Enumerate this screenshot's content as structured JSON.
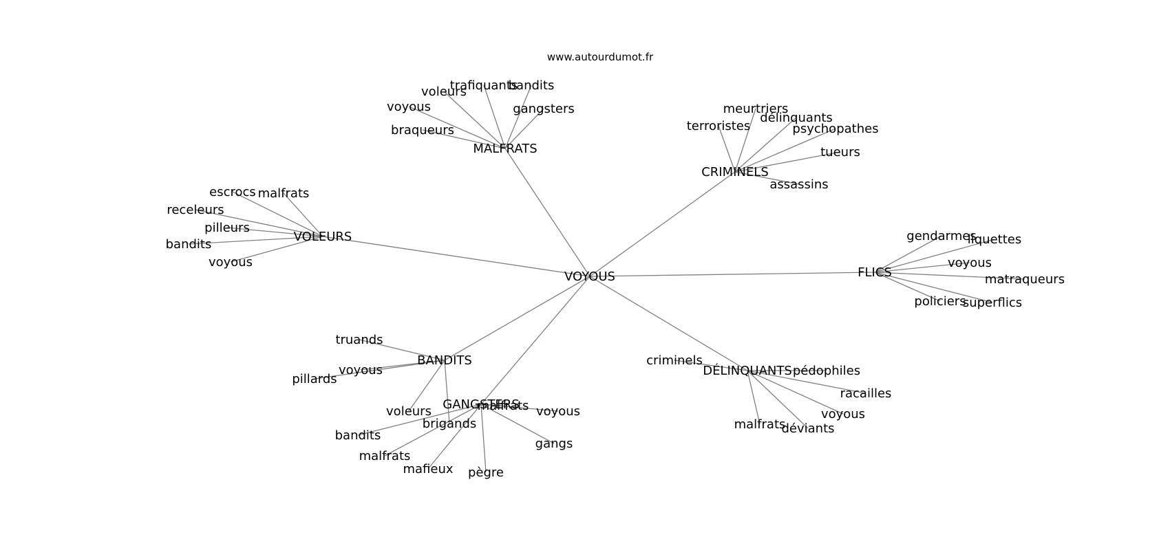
{
  "title": "www.autourdumot.fr",
  "graph": {
    "nodes": [
      {
        "id": "voyous_c",
        "label": "VOYOUS"
      },
      {
        "id": "malfrats_h",
        "label": "MALFRATS"
      },
      {
        "id": "criminels_h",
        "label": "CRIMINELS"
      },
      {
        "id": "voleurs_h",
        "label": "VOLEURS"
      },
      {
        "id": "flics_h",
        "label": "FLICS"
      },
      {
        "id": "bandits_h",
        "label": "BANDITS"
      },
      {
        "id": "gangsters_h",
        "label": "GANGSTERS"
      },
      {
        "id": "delinquants_h",
        "label": "DÉLINQUANTS"
      },
      {
        "id": "m_trafiquants",
        "label": "trafiquants"
      },
      {
        "id": "m_bandits",
        "label": "bandits"
      },
      {
        "id": "m_voleurs",
        "label": "voleurs"
      },
      {
        "id": "m_voyous",
        "label": "voyous"
      },
      {
        "id": "m_gangsters",
        "label": "gangsters"
      },
      {
        "id": "m_braqueurs",
        "label": "braqueurs"
      },
      {
        "id": "c_meurtriers",
        "label": "meurtriers"
      },
      {
        "id": "c_delinquants",
        "label": "délinquants"
      },
      {
        "id": "c_terroristes",
        "label": "terroristes"
      },
      {
        "id": "c_psychopathes",
        "label": "psychopathes"
      },
      {
        "id": "c_tueurs",
        "label": "tueurs"
      },
      {
        "id": "c_assassins",
        "label": "assassins"
      },
      {
        "id": "v_escrocs",
        "label": "escrocs"
      },
      {
        "id": "v_malfrats",
        "label": "malfrats"
      },
      {
        "id": "v_receleurs",
        "label": "receleurs"
      },
      {
        "id": "v_pilleurs",
        "label": "pilleurs"
      },
      {
        "id": "v_bandits",
        "label": "bandits"
      },
      {
        "id": "v_voyous",
        "label": "voyous"
      },
      {
        "id": "f_gendarmes",
        "label": "gendarmes"
      },
      {
        "id": "f_liquettes",
        "label": "liquettes"
      },
      {
        "id": "f_voyous",
        "label": "voyous"
      },
      {
        "id": "f_matraqueurs",
        "label": "matraqueurs"
      },
      {
        "id": "f_policiers",
        "label": "policiers"
      },
      {
        "id": "f_superflics",
        "label": "superflics"
      },
      {
        "id": "b_truands",
        "label": "truands"
      },
      {
        "id": "b_voyous",
        "label": "voyous"
      },
      {
        "id": "b_pillards",
        "label": "pillards"
      },
      {
        "id": "b_voleurs",
        "label": "voleurs"
      },
      {
        "id": "b_brigands",
        "label": "brigands"
      },
      {
        "id": "g_malfrats",
        "label": "malfrats"
      },
      {
        "id": "g_voyous",
        "label": "voyous"
      },
      {
        "id": "g_bandits",
        "label": "bandits"
      },
      {
        "id": "g_malfrats2",
        "label": "malfrats"
      },
      {
        "id": "g_mafieux",
        "label": "mafieux"
      },
      {
        "id": "g_pegre",
        "label": "pègre"
      },
      {
        "id": "g_gangs",
        "label": "gangs"
      },
      {
        "id": "d_criminels",
        "label": "criminels"
      },
      {
        "id": "d_pedophiles",
        "label": "pédophiles"
      },
      {
        "id": "d_racailles",
        "label": "racailles"
      },
      {
        "id": "d_voyous",
        "label": "voyous"
      },
      {
        "id": "d_malfrats",
        "label": "malfrats"
      },
      {
        "id": "d_deviants",
        "label": "déviants"
      }
    ],
    "edges": [
      [
        "voyous_c",
        "malfrats_h"
      ],
      [
        "voyous_c",
        "criminels_h"
      ],
      [
        "voyous_c",
        "voleurs_h"
      ],
      [
        "voyous_c",
        "flics_h"
      ],
      [
        "voyous_c",
        "bandits_h"
      ],
      [
        "voyous_c",
        "gangsters_h"
      ],
      [
        "voyous_c",
        "delinquants_h"
      ],
      [
        "malfrats_h",
        "m_trafiquants"
      ],
      [
        "malfrats_h",
        "m_bandits"
      ],
      [
        "malfrats_h",
        "m_voleurs"
      ],
      [
        "malfrats_h",
        "m_voyous"
      ],
      [
        "malfrats_h",
        "m_gangsters"
      ],
      [
        "malfrats_h",
        "m_braqueurs"
      ],
      [
        "criminels_h",
        "c_meurtriers"
      ],
      [
        "criminels_h",
        "c_delinquants"
      ],
      [
        "criminels_h",
        "c_terroristes"
      ],
      [
        "criminels_h",
        "c_psychopathes"
      ],
      [
        "criminels_h",
        "c_tueurs"
      ],
      [
        "criminels_h",
        "c_assassins"
      ],
      [
        "voleurs_h",
        "v_escrocs"
      ],
      [
        "voleurs_h",
        "v_malfrats"
      ],
      [
        "voleurs_h",
        "v_receleurs"
      ],
      [
        "voleurs_h",
        "v_pilleurs"
      ],
      [
        "voleurs_h",
        "v_bandits"
      ],
      [
        "voleurs_h",
        "v_voyous"
      ],
      [
        "flics_h",
        "f_gendarmes"
      ],
      [
        "flics_h",
        "f_liquettes"
      ],
      [
        "flics_h",
        "f_voyous"
      ],
      [
        "flics_h",
        "f_matraqueurs"
      ],
      [
        "flics_h",
        "f_policiers"
      ],
      [
        "flics_h",
        "f_superflics"
      ],
      [
        "bandits_h",
        "b_truands"
      ],
      [
        "bandits_h",
        "b_voyous"
      ],
      [
        "bandits_h",
        "b_pillards"
      ],
      [
        "bandits_h",
        "b_voleurs"
      ],
      [
        "bandits_h",
        "b_brigands"
      ],
      [
        "gangsters_h",
        "g_malfrats"
      ],
      [
        "gangsters_h",
        "g_voyous"
      ],
      [
        "gangsters_h",
        "g_bandits"
      ],
      [
        "gangsters_h",
        "g_malfrats2"
      ],
      [
        "gangsters_h",
        "g_mafieux"
      ],
      [
        "gangsters_h",
        "g_pegre"
      ],
      [
        "gangsters_h",
        "g_gangs"
      ],
      [
        "delinquants_h",
        "d_criminels"
      ],
      [
        "delinquants_h",
        "d_pedophiles"
      ],
      [
        "delinquants_h",
        "d_racailles"
      ],
      [
        "delinquants_h",
        "d_voyous"
      ],
      [
        "delinquants_h",
        "d_malfrats"
      ],
      [
        "delinquants_h",
        "d_deviants"
      ]
    ]
  }
}
